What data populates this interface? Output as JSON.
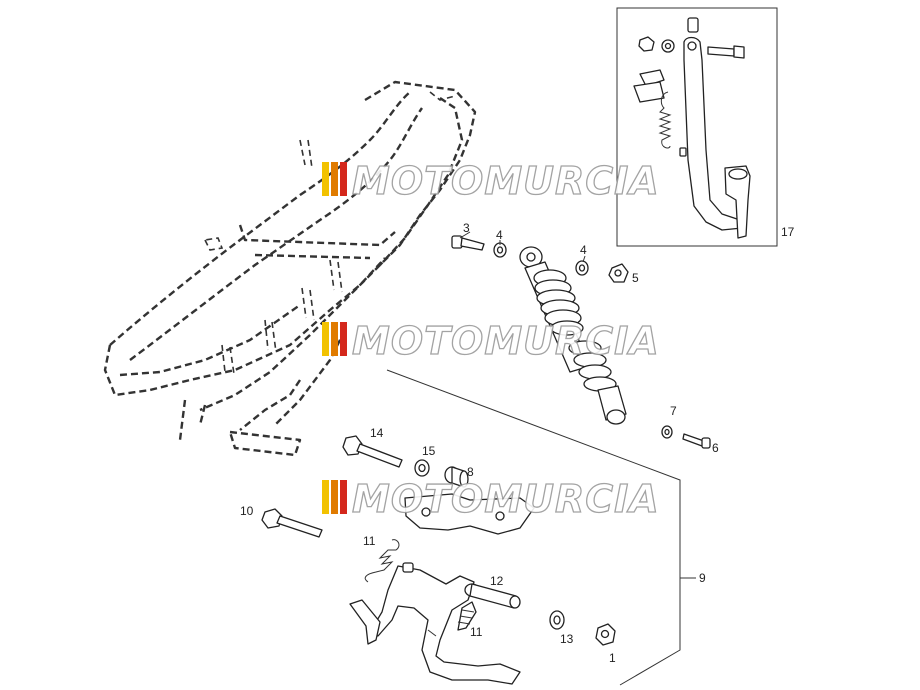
{
  "callouts": {
    "c1": "1",
    "c3": "3",
    "c4a": "4",
    "c4b": "4",
    "c5": "5",
    "c6": "6",
    "c7": "7",
    "c8": "8",
    "c9": "9",
    "c10": "10",
    "c11a": "11",
    "c11b": "11",
    "c12": "12",
    "c13": "13",
    "c14": "14",
    "c15": "15",
    "c17": "17"
  },
  "watermark": {
    "text": "MOTOMURCIA",
    "stripe_colors": [
      "#f2c200",
      "#e07b00",
      "#d4281c"
    ]
  }
}
